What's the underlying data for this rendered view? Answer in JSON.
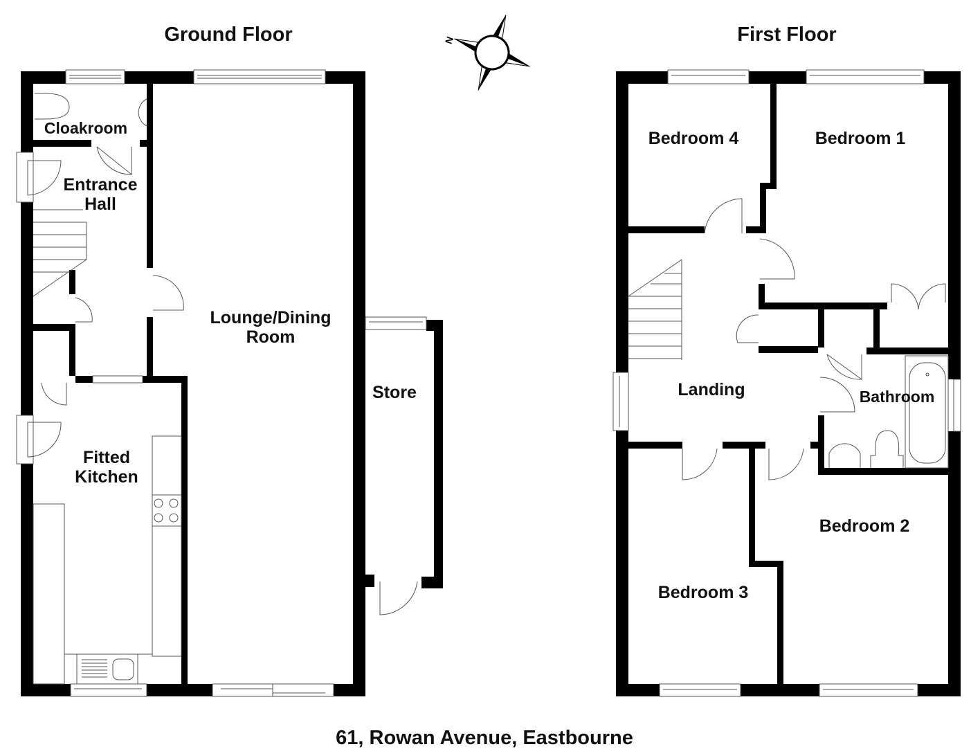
{
  "plan": {
    "address": "61, Rowan Avenue, Eastbourne",
    "compass": {
      "label": "N",
      "rotation_deg": -70
    },
    "colors": {
      "wall": "#000000",
      "fixture_line": "#555555",
      "text": "#111111",
      "background": "#ffffff"
    }
  },
  "ground_floor": {
    "title": "Ground Floor",
    "rooms": [
      {
        "name": "Cloakroom"
      },
      {
        "name": "Entrance",
        "name2": "Hall"
      },
      {
        "name": "Lounge/Dining",
        "name2": "Room"
      },
      {
        "name": "Fitted",
        "name2": "Kitchen"
      },
      {
        "name": "Store"
      }
    ]
  },
  "first_floor": {
    "title": "First Floor",
    "rooms": [
      {
        "name": "Bedroom 4"
      },
      {
        "name": "Bedroom 1"
      },
      {
        "name": "Landing"
      },
      {
        "name": "Bathroom"
      },
      {
        "name": "Bedroom 2"
      },
      {
        "name": "Bedroom 3"
      }
    ]
  }
}
